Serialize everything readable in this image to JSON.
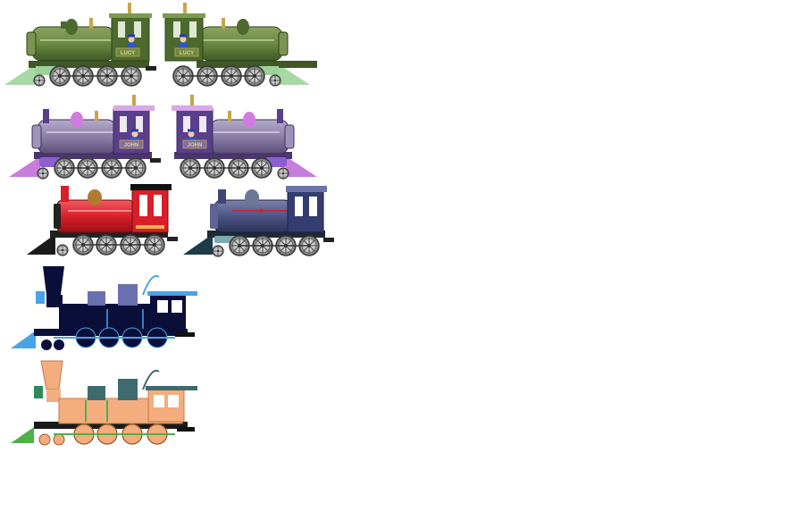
{
  "canvas": {
    "background": "#ffffff"
  },
  "trains": [
    {
      "id": "lucy-facing-right",
      "name_plate": "LUCY",
      "body": "#5e7a3a",
      "accent": "#9dd09a",
      "cab": "#4d6a2e"
    },
    {
      "id": "lucy-facing-left",
      "name_plate": "LUCY",
      "body": "#5e7a3a",
      "accent": "#9dd09a",
      "cab": "#4d6a2e"
    },
    {
      "id": "john-facing-right",
      "name_plate": "JOHN",
      "body": "#8c7fa8",
      "accent": "#c67ddc",
      "cab": "#5a3f8c"
    },
    {
      "id": "john-facing-left",
      "name_plate": "JOHN",
      "body": "#8c7fa8",
      "accent": "#c67ddc",
      "cab": "#5a3f8c"
    },
    {
      "id": "red-engine",
      "body": "#d8202a",
      "accent": "#1a1a1a"
    },
    {
      "id": "navy-engine",
      "body": "#3d4675",
      "accent": "#1d3c48"
    },
    {
      "id": "blue-old-west-engine",
      "body": "#0a0f3a",
      "accent": "#4aa3e6"
    },
    {
      "id": "peach-old-west-engine",
      "body": "#f4ad7e",
      "accent": "#3e6b6e"
    }
  ]
}
